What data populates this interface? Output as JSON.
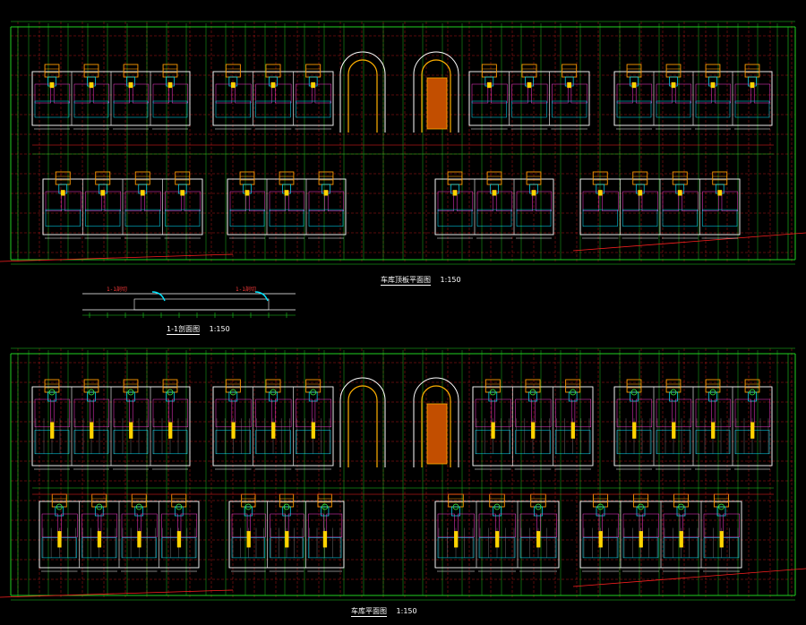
{
  "drawing": {
    "background": "#000000",
    "colors": {
      "grid": "#1fd01f",
      "axis": "#ff2020",
      "wall": "#ffffff",
      "stair": "#ff9a00",
      "core": "#00e5ff",
      "unit": "#ff3bd4",
      "infill": "#ffd400",
      "ramp": "#ffb000",
      "hatch": "#888888",
      "tree": "#3cff3c"
    },
    "icons": [
      "section-arrow-icon",
      "tree-icon",
      "stair-icon"
    ]
  },
  "labels": {
    "upper_plan_title": "车库顶板平面图",
    "upper_plan_scale": "1:150",
    "section_title": "1-1剖面图",
    "section_scale": "1:150",
    "lower_plan_title": "车库平面图",
    "lower_plan_scale": "1:150",
    "section_tag_left": "1-1剖切",
    "section_tag_right": "1-1剖切"
  }
}
